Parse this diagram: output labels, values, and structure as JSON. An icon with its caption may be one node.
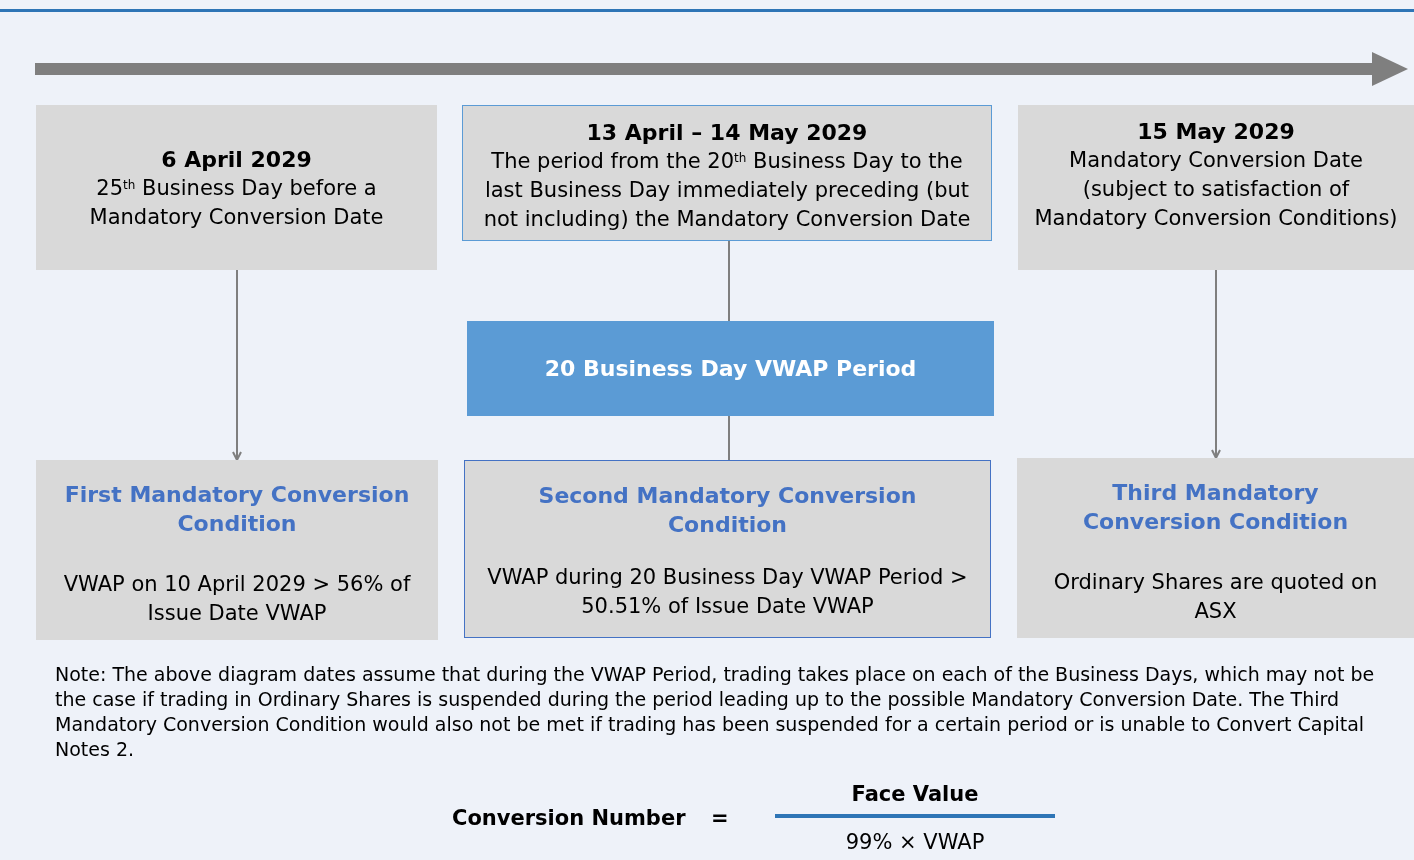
{
  "diagram": {
    "nodes": [
      {
        "text": [
          "6 April 2029",
          "25$^{th}$ Business Day before a Mandatory Conversion Date"
        ]
      },
      {
        "text": [
          "13 April – 14 May 2029",
          "The period from the 20$^{th}$ Business Day to the last Business Day immediately preceding (but not including) the Mandatory Conversion Date"
        ]
      },
      {
        "text": [
          "15 May 2029",
          "Mandatory Conversion Date (subject to satisfaction of Mandatory Conversion Conditions)"
        ]
      },
      {
        "text": [
          "20 Business Day VWAP Period"
        ]
      },
      {
        "text": [
          "First Mandatory Conversion Condition",
          "VWAP on 10 April 2029 > 56% of Issue Date VWAP"
        ]
      },
      {
        "text": [
          "Second Mandatory Conversion Condition",
          "VWAP during 20 Business Day VWAP Period > 50.51% of Issue Date VWAP"
        ]
      },
      {
        "text": [
          "Third Mandatory Conversion Condition",
          "Ordinary Shares are quoted on ASX"
        ]
      }
    ],
    "edges": [
      {
        "from": 0,
        "to": 4,
        "arrow": "to"
      },
      {
        "from": 1,
        "to": 3,
        "arrow": "none"
      },
      {
        "from": 3,
        "to": 5,
        "arrow": "none"
      },
      {
        "from": 2,
        "to": 6,
        "arrow": "to"
      }
    ],
    "labels": [
      "Note: The above diagram dates assume that during the VWAP Period, trading takes place on each of the Business Days, which may not be the case if trading in Ordinary Shares is suspended during the period leading up to the possible Mandatory Conversion Date. The Third Mandatory Conversion Condition would also not be met if trading has been suspended for a certain period or is unable to Convert Capital Notes 2.",
      "Conversion Number",
      "=",
      "Face Value",
      "99% × VWAP"
    ]
  }
}
